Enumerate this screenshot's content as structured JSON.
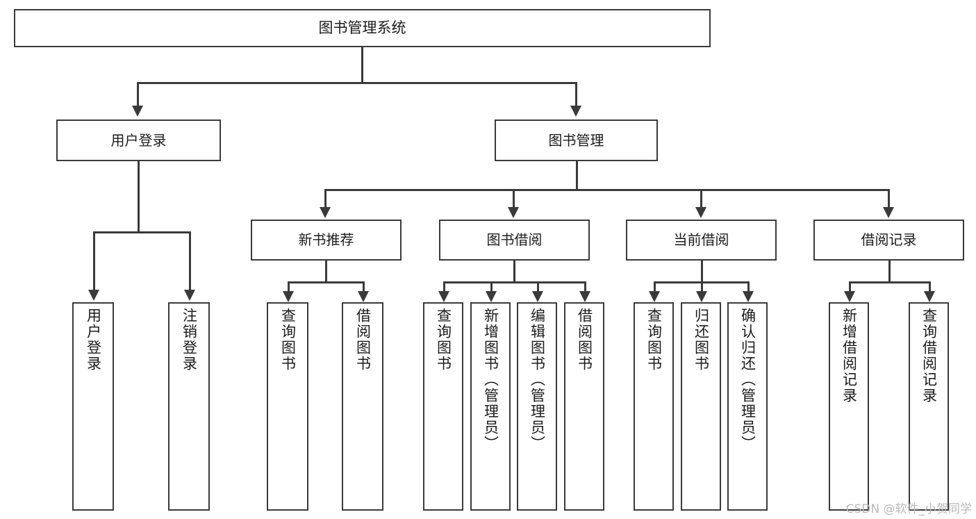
{
  "diagram": {
    "type": "tree",
    "title": "图书管理系统",
    "root": {
      "label": "图书管理系统"
    },
    "tier1": [
      {
        "label": "用户登录"
      },
      {
        "label": "图书管理"
      }
    ],
    "tier2": [
      {
        "label": "新书推荐"
      },
      {
        "label": "图书借阅"
      },
      {
        "label": "当前借阅"
      },
      {
        "label": "借阅记录"
      }
    ],
    "leaves": {
      "user_login": [
        {
          "label": "用户登录"
        },
        {
          "label": "注销登录"
        }
      ],
      "new_book_recommend": [
        {
          "label": "查询图书"
        },
        {
          "label": "借阅图书"
        }
      ],
      "book_borrow": [
        {
          "label": "查询图书"
        },
        {
          "label": "新增图书（管理员）"
        },
        {
          "label": "编辑图书（管理员）"
        },
        {
          "label": "借阅图书"
        }
      ],
      "current_borrow": [
        {
          "label": "查询图书"
        },
        {
          "label": "归还图书"
        },
        {
          "label": "确认归还（管理员）"
        }
      ],
      "borrow_record": [
        {
          "label": "新增借阅记录"
        },
        {
          "label": "查询借阅记录"
        }
      ]
    }
  },
  "watermark": {
    "text": "CSDN @软件_小贺同学"
  },
  "colors": {
    "background": "#ffffff",
    "stroke": "#3a3a3a",
    "text": "#1b1b1b",
    "watermark": "#b9b9b9"
  }
}
